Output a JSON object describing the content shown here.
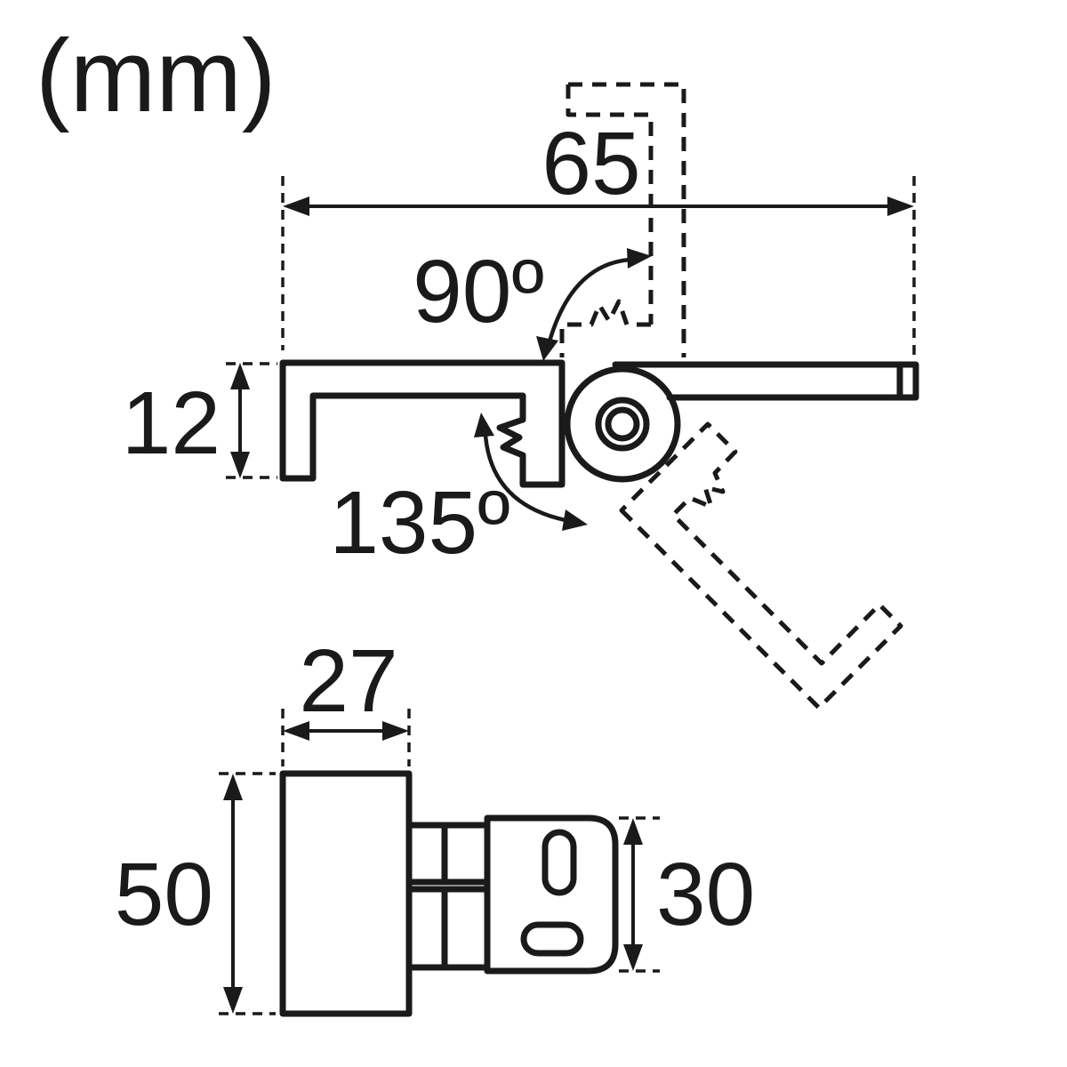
{
  "unit_label": "(mm)",
  "colors": {
    "line": "#1a1a1a",
    "background": "#ffffff"
  },
  "side_view": {
    "width": "65",
    "rotation_up": "90º",
    "height": "12",
    "rotation_down": "135º"
  },
  "front_view": {
    "width": "27",
    "height": "50",
    "plate_height": "30"
  }
}
